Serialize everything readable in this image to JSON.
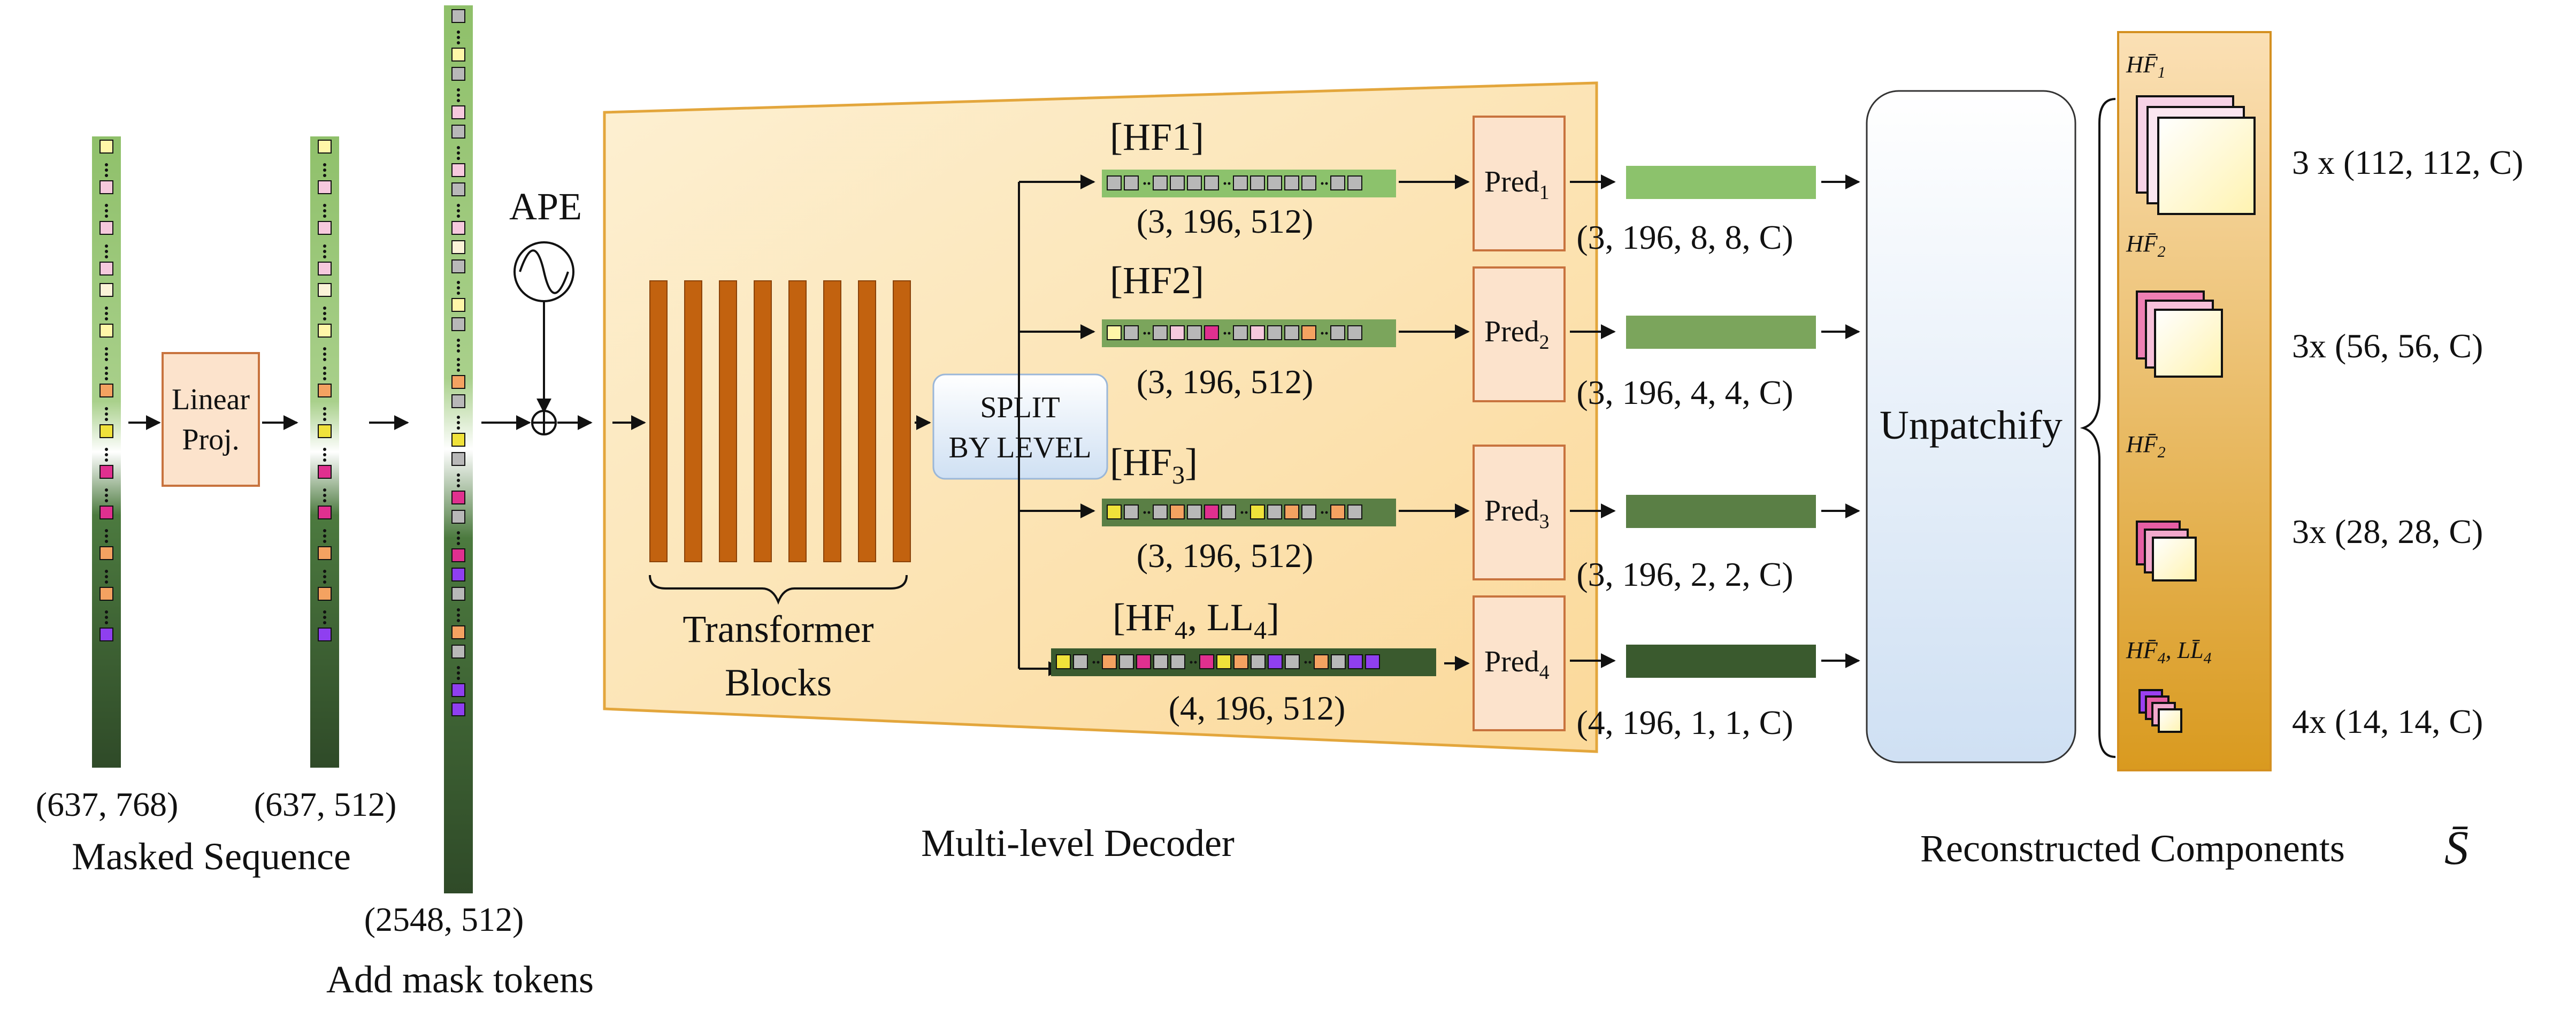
{
  "masked_sequence": {
    "shape": "(637, 768)",
    "label": "Masked Sequence"
  },
  "linear_proj": {
    "line1": "Linear",
    "line2": "Proj."
  },
  "projected_sequence": {
    "shape": "(637, 512)"
  },
  "add_mask_tokens": {
    "shape": "(2548, 512)",
    "label": "Add mask tokens"
  },
  "ape": {
    "label": "APE"
  },
  "decoder": {
    "label": "Multi-level Decoder",
    "transformer_label_1": "Transformer",
    "transformer_label_2": "Blocks",
    "split_line1": "SPLIT",
    "split_line2": "BY LEVEL",
    "branches": [
      {
        "token_label": "[HF1]",
        "token_shape": "(3, 196, 512)",
        "pred_base": "Pred",
        "pred_sub": "1",
        "out_shape": "(3, 196, 8, 8, C)"
      },
      {
        "token_label": "[HF2]",
        "token_shape": "(3, 196, 512)",
        "pred_base": "Pred",
        "pred_sub": "2",
        "out_shape": "(3, 196, 4, 4, C)"
      },
      {
        "token_label_base": "[HF",
        "token_label_sub": "3",
        "token_label_end": "]",
        "token_shape": "(3, 196, 512)",
        "pred_base": "Pred",
        "pred_sub": "3",
        "out_shape": "(3, 196, 2, 2, C)"
      },
      {
        "token_label_a": "[HF",
        "token_label_sub_a": "4",
        "token_label_b": ", LL",
        "token_label_sub_b": "4",
        "token_label_end": "]",
        "token_shape": "(4, 196, 512)",
        "pred_base": "Pred",
        "pred_sub": "4",
        "out_shape": "(4, 196, 1, 1, C)"
      }
    ]
  },
  "unpatchify": {
    "label": "Unpatchify"
  },
  "components": {
    "label": "Reconstructed Components",
    "symbol": "S̄",
    "items": [
      {
        "name_base": "HF̄",
        "name_sub": "1",
        "count": "3 x (112, 112, C)"
      },
      {
        "name_base": "HF̄",
        "name_sub": "2",
        "count": "3x (56, 56, C)"
      },
      {
        "name_base": "HF̄",
        "name_sub": "2",
        "count": "3x (28, 28, C)"
      },
      {
        "name_base": "HF̄",
        "name_sub": "4",
        "name_mid": ", LL̄",
        "name_sub2": "4",
        "count": "4x (14, 14, C)"
      }
    ]
  },
  "colors": {
    "seq_green_light": "#8fc06a",
    "seq_green_dark": "#33502b",
    "block_orange": "#c2620f",
    "decoder_bg": "#fde7b8",
    "decoder_border": "#e3a63c",
    "pred_fill": "#fce3cc",
    "pred_border": "#c8733e",
    "out_bar_1": "#8cc26c",
    "out_bar_2": "#7ba55c",
    "out_bar_3": "#5a7f45",
    "out_bar_4": "#3a5a2e",
    "components_bg": "#e8a82a"
  }
}
